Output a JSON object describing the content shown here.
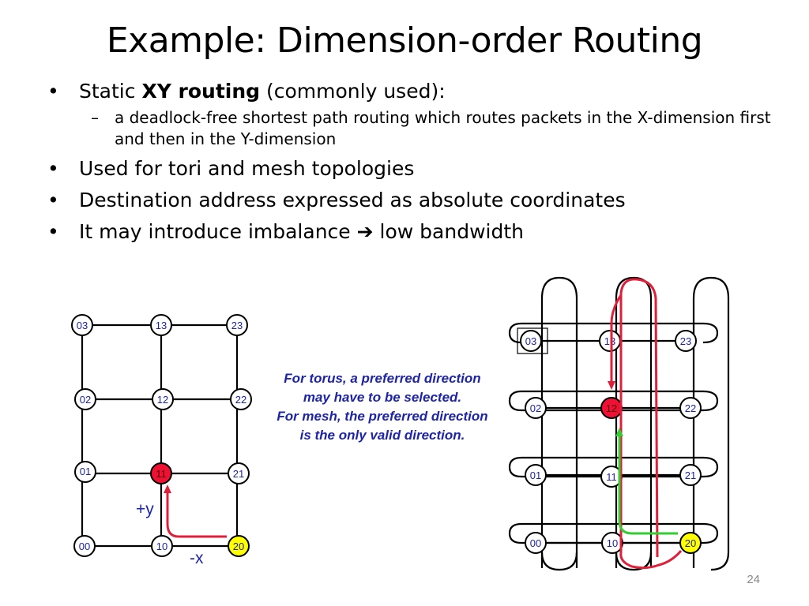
{
  "slide": {
    "title": "Example: Dimension-order Routing",
    "page_number": "24"
  },
  "bullets": {
    "b1_pre": "Static ",
    "b1_bold": "XY routing",
    "b1_post": " (commonly used):",
    "sub1": "a deadlock-free shortest path routing which routes packets in the X-dimension first and then in the Y-dimension",
    "b2": "Used for tori and mesh topologies",
    "b3": "Destination address expressed as absolute coordinates",
    "b4_pre": "It may introduce imbalance ",
    "b4_arrow": "➔",
    "b4_post": " low bandwidth"
  },
  "mesh": {
    "nodes": [
      "03",
      "13",
      "23",
      "02",
      "12",
      "22",
      "01",
      "11",
      "21",
      "00",
      "10",
      "20"
    ],
    "label_plus_y": "+y",
    "label_minus_x": "-x"
  },
  "torus": {
    "nodes": [
      "03",
      "13",
      "23",
      "02",
      "12",
      "22",
      "01",
      "11",
      "21",
      "00",
      "10",
      "20"
    ]
  },
  "note": {
    "line1": "For torus, a preferred direction",
    "line2": "may have to be selected.",
    "line3": "For mesh, the preferred direction",
    "line4": "is the only valid direction."
  },
  "colors": {
    "source_node": "#ffff00",
    "destination_node": "#ee1133",
    "mesh_path": "#e0203a",
    "torus_path_red": "#e0203a",
    "torus_path_green": "#33cc33",
    "label_text": "#1d24a8"
  }
}
